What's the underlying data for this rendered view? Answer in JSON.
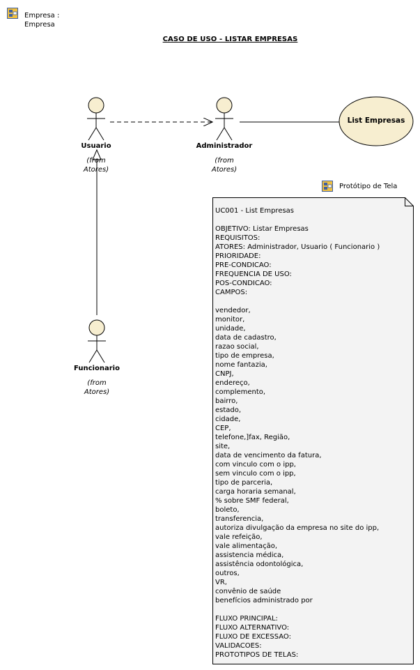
{
  "package": {
    "line1": "Empresa :",
    "line2": "Empresa"
  },
  "diagram_title": "CASO DE USO - LISTAR EMPRESAS",
  "actors": {
    "usuario": {
      "name": "Usuario",
      "from1": "(from",
      "from2": "Atores)"
    },
    "administrador": {
      "name": "Administrador",
      "from1": "(from",
      "from2": "Atores)"
    },
    "funcionario": {
      "name": "Funcionario",
      "from1": "(from",
      "from2": "Atores)"
    }
  },
  "use_case": {
    "label": "List Empresas"
  },
  "prototype": {
    "label": "Protótipo de Tela"
  },
  "note": {
    "text": "UC001 - List Empresas\n\nOBJETIVO: Listar Empresas\nREQUISITOS:\nATORES: Administrador, Usuario ( Funcionario )\nPRIORIDADE:\nPRE-CONDICAO:\nFREQUENCIA DE USO:\nPOS-CONDICAO:\nCAMPOS:\n\nvendedor,\nmonitor,\nunidade,\ndata de cadastro,\nrazao social,\ntipo de empresa,\nnome fantazia,\nCNPJ,\nendereço,\ncomplemento,\nbairro,\nestado,\ncidade,\nCEP,\ntelefone,]fax, Região,\nsite,\ndata de vencimento da fatura,\ncom vinculo com o ipp,\nsem vinculo com o ipp,\ntipo de parceria,\ncarga horaria semanal,\n% sobre SMF federal,\nboleto,\ntransferencia,\nautoriza divulgação da empresa no site do ipp,\nvale refeição,\nvale alimentação,\nassistencia médica,\nassistência odontológica,\noutros,\nVR,\nconvênio de saúde\nbenefícios administrado por\n\nFLUXO PRINCIPAL:\nFLUXO ALTERNATIVO:\nFLUXO DE EXCESSAO:\nVALIDACOES:\nPROTOTIPOS DE TELAS:"
  },
  "colors": {
    "ellipse_fill": "#f7eed0",
    "actor_head_fill": "#f7eed0",
    "note_fill": "#f3f3f3",
    "icon_fill": "#f0c040",
    "icon_frame": "#4060a0"
  }
}
